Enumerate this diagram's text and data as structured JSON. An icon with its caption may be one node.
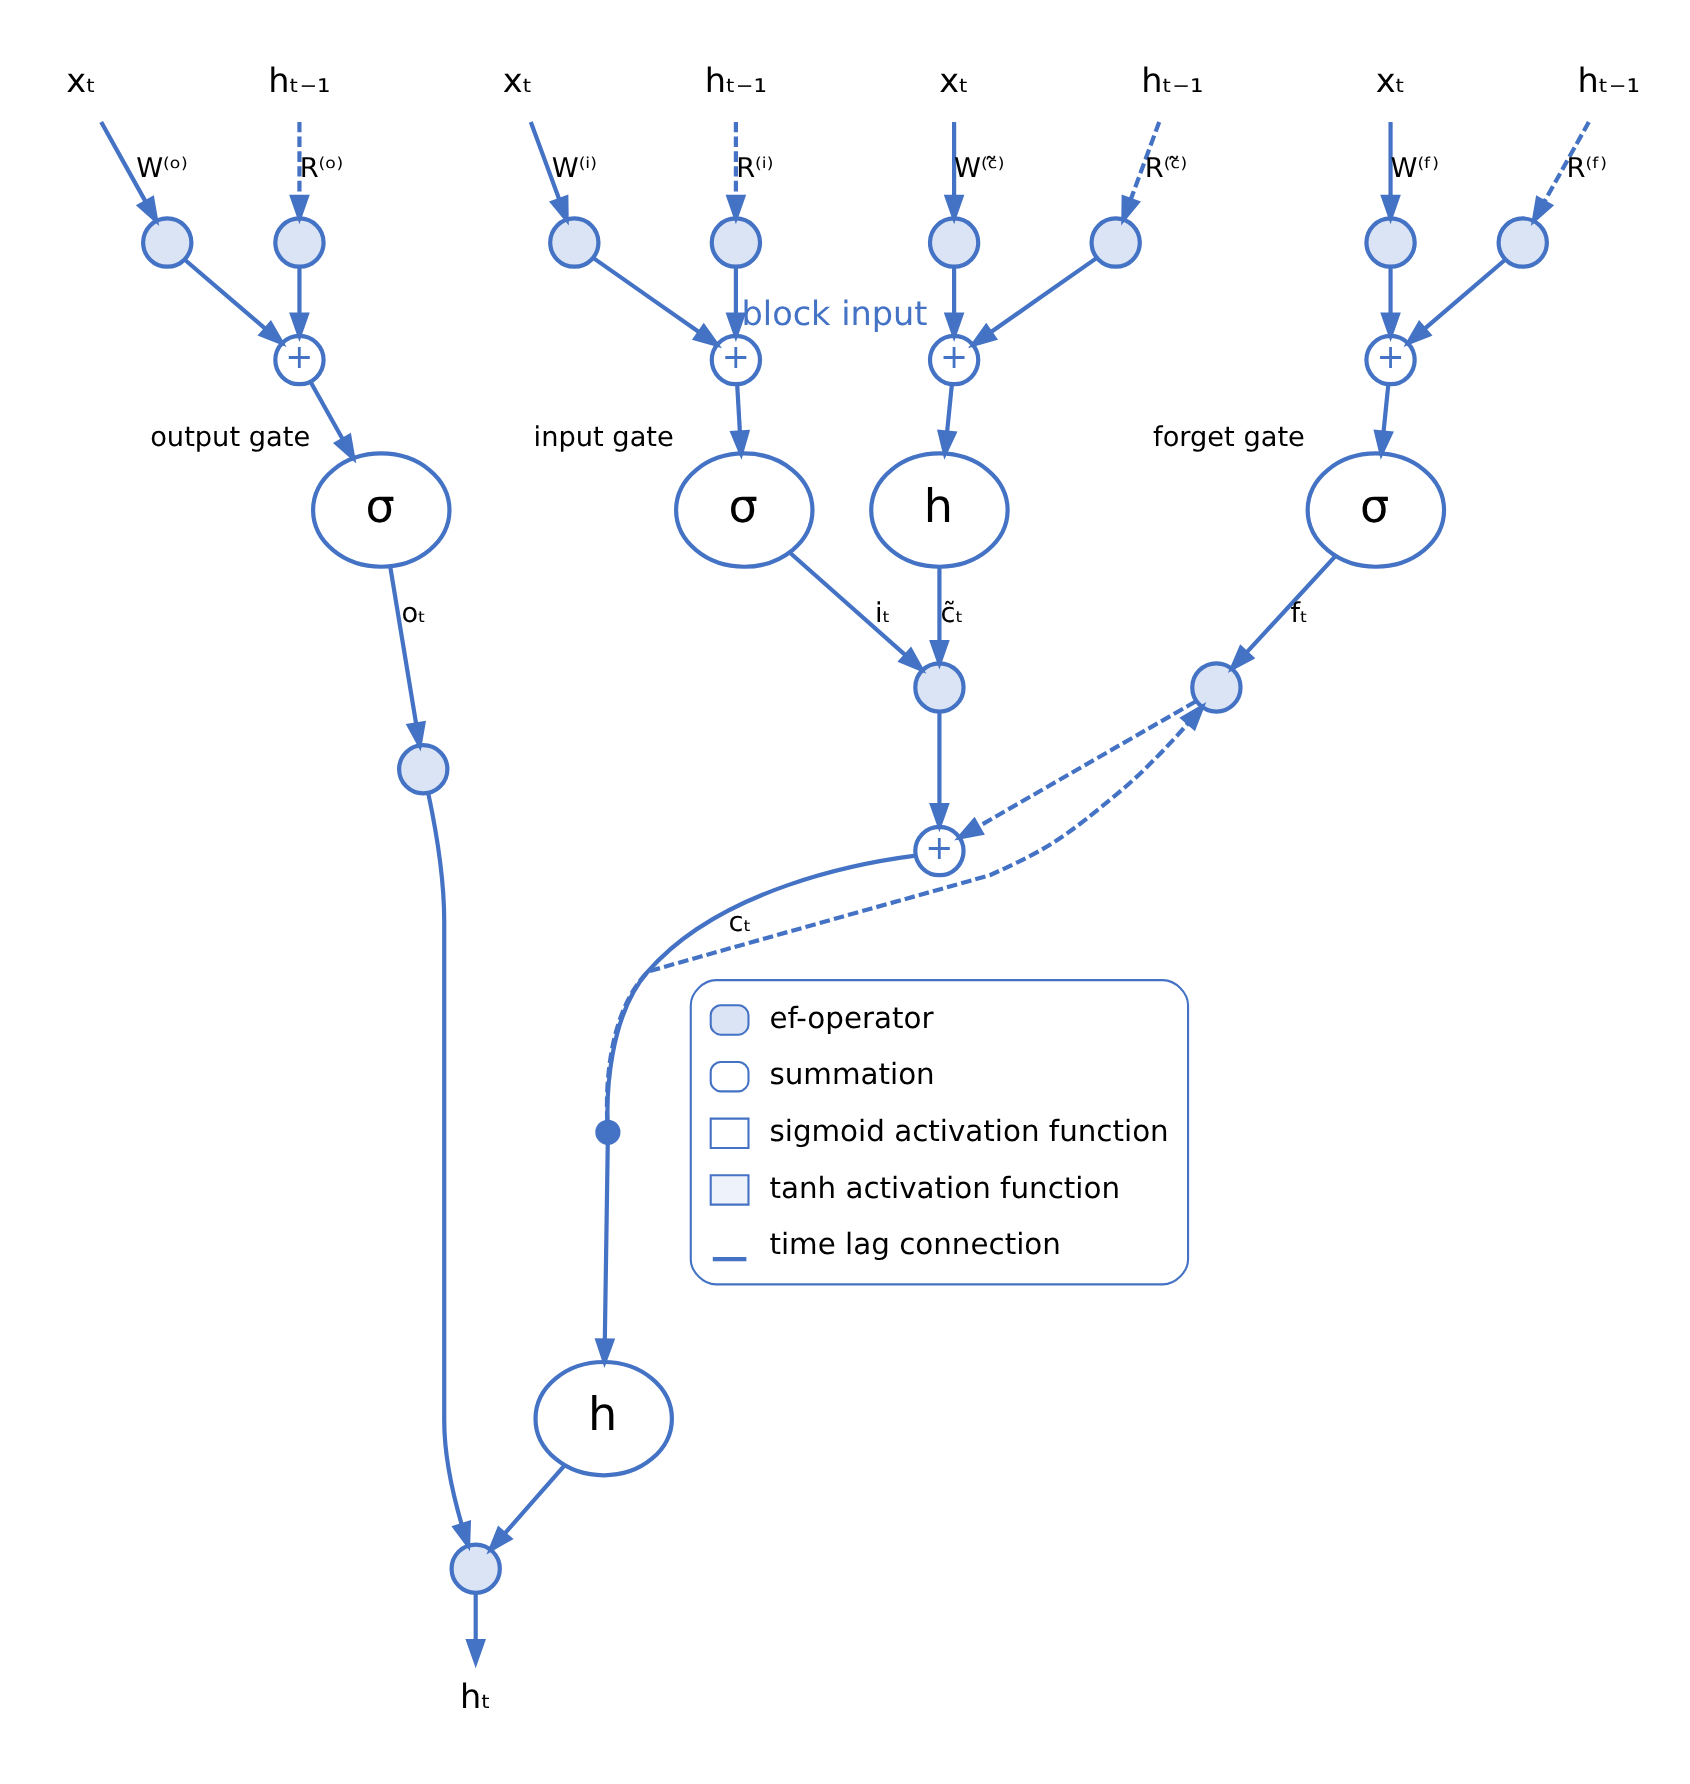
{
  "diagram": {
    "nodes": [
      {
        "text": [
          "xₜ"
        ]
      },
      {
        "text": [
          "hₜ₋₁"
        ]
      },
      {
        "text": [],
        "shape": "circle"
      },
      {
        "text": [],
        "shape": "circle"
      },
      {
        "text": [
          "+"
        ]
      },
      {
        "text": [
          "σ"
        ],
        "beside": [
          "output gate"
        ]
      },
      {
        "text": [
          "xₜ"
        ]
      },
      {
        "text": [
          "hₜ₋₁"
        ]
      },
      {
        "text": [],
        "shape": "circle"
      },
      {
        "text": [],
        "shape": "circle"
      },
      {
        "text": [
          "+"
        ]
      },
      {
        "text": [
          "σ"
        ],
        "beside": [
          "input gate"
        ]
      },
      {
        "text": [
          "xₜ"
        ]
      },
      {
        "text": [
          "hₜ₋₁"
        ]
      },
      {
        "text": [],
        "shape": "circle"
      },
      {
        "text": [],
        "shape": "circle"
      },
      {
        "text": [
          "+"
        ],
        "beside": [
          "block input"
        ]
      },
      {
        "text": [
          "h"
        ]
      },
      {
        "text": [
          "xₜ"
        ]
      },
      {
        "text": [
          "hₜ₋₁"
        ]
      },
      {
        "text": [],
        "shape": "circle"
      },
      {
        "text": [],
        "shape": "circle"
      },
      {
        "text": [
          "+"
        ]
      },
      {
        "text": [
          "σ"
        ],
        "beside": [
          "forget gate"
        ]
      },
      {
        "text": [],
        "shape": "circle"
      },
      {
        "text": [],
        "shape": "circle"
      },
      {
        "text": [],
        "shape": "circle"
      },
      {
        "text": [
          "+"
        ]
      },
      {
        "text": [],
        "shape": "dot"
      },
      {
        "text": [
          "h"
        ]
      },
      {
        "text": [],
        "shape": "circle"
      },
      {
        "text": [
          "hₜ"
        ]
      }
    ],
    "edges": [
      {
        "from": 0,
        "to": 2,
        "arrow": "to",
        "label": "W⁽ᵒ⁾"
      },
      {
        "from": 1,
        "to": 3,
        "arrow": "to",
        "label": "R⁽ᵒ⁾",
        "style": "dashed"
      },
      {
        "from": 2,
        "to": 4,
        "arrow": "to"
      },
      {
        "from": 3,
        "to": 4,
        "arrow": "to"
      },
      {
        "from": 4,
        "to": 5,
        "arrow": "to"
      },
      {
        "from": 5,
        "to": 24,
        "arrow": "to",
        "label": "oₜ"
      },
      {
        "from": 6,
        "to": 8,
        "arrow": "to",
        "label": "W⁽ⁱ⁾"
      },
      {
        "from": 7,
        "to": 9,
        "arrow": "to",
        "label": "R⁽ⁱ⁾",
        "style": "dashed"
      },
      {
        "from": 8,
        "to": 10,
        "arrow": "to"
      },
      {
        "from": 9,
        "to": 10,
        "arrow": "to"
      },
      {
        "from": 10,
        "to": 11,
        "arrow": "to"
      },
      {
        "from": 11,
        "to": 25,
        "arrow": "to",
        "label": "iₜ"
      },
      {
        "from": 12,
        "to": 14,
        "arrow": "to",
        "label": "W⁽ᶜ̃⁾"
      },
      {
        "from": 13,
        "to": 15,
        "arrow": "to",
        "label": "R⁽ᶜ̃⁾",
        "style": "dashed"
      },
      {
        "from": 14,
        "to": 16,
        "arrow": "to"
      },
      {
        "from": 15,
        "to": 16,
        "arrow": "to"
      },
      {
        "from": 16,
        "to": 17,
        "arrow": "to"
      },
      {
        "from": 17,
        "to": 25,
        "arrow": "to",
        "label": "c̃ₜ"
      },
      {
        "from": 18,
        "to": 20,
        "arrow": "to",
        "label": "W⁽ᶠ⁾"
      },
      {
        "from": 19,
        "to": 21,
        "arrow": "to",
        "label": "R⁽ᶠ⁾",
        "style": "dashed"
      },
      {
        "from": 20,
        "to": 22,
        "arrow": "to"
      },
      {
        "from": 21,
        "to": 22,
        "arrow": "to"
      },
      {
        "from": 22,
        "to": 23,
        "arrow": "to"
      },
      {
        "from": 23,
        "to": 26,
        "arrow": "to",
        "label": "fₜ"
      },
      {
        "from": 25,
        "to": 27,
        "arrow": "to"
      },
      {
        "from": 26,
        "to": 27,
        "arrow": "to",
        "style": "dashed"
      },
      {
        "from": 27,
        "to": 28,
        "arrow": "none",
        "label": "cₜ"
      },
      {
        "from": 28,
        "to": 26,
        "arrow": "to",
        "style": "dashed"
      },
      {
        "from": 28,
        "to": 29,
        "arrow": "to"
      },
      {
        "from": 24,
        "to": 30,
        "arrow": "to"
      },
      {
        "from": 29,
        "to": 30,
        "arrow": "to"
      },
      {
        "from": 30,
        "to": 31,
        "arrow": "to"
      }
    ],
    "legend": [
      {
        "text": "ef-operator"
      },
      {
        "text": "summation"
      },
      {
        "text": "sigmoid activation function"
      },
      {
        "text": "tanh activation function"
      },
      {
        "text": "time lag connection"
      }
    ]
  }
}
